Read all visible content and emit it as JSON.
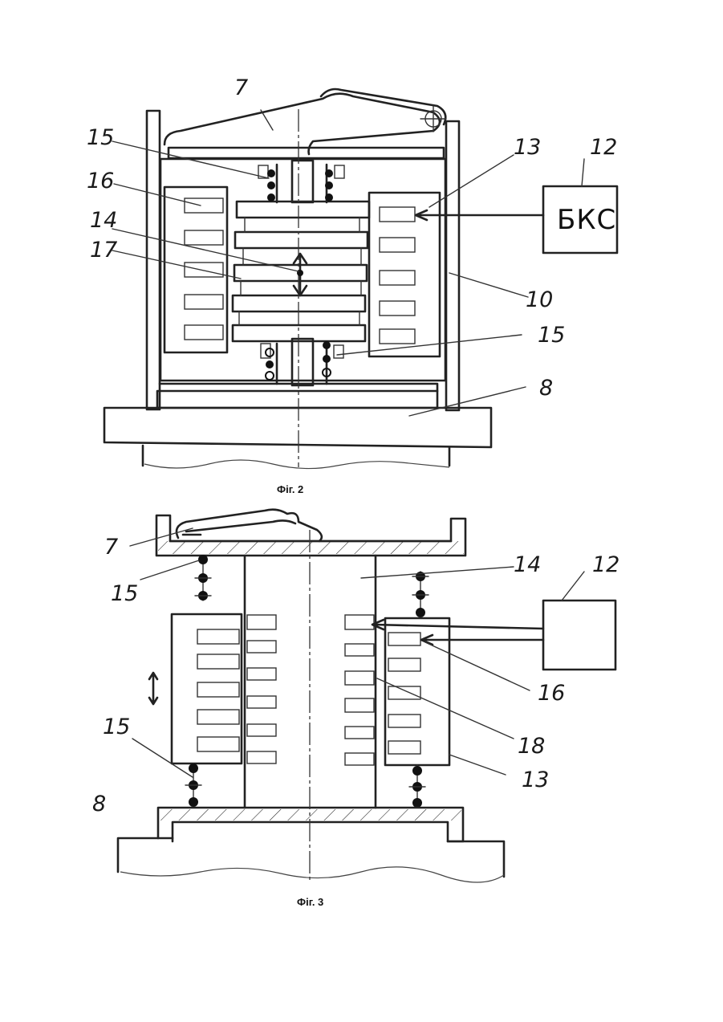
{
  "figures": [
    {
      "caption": "Фіг. 2",
      "labels": {
        "l7": "7",
        "l15a": "15",
        "l16": "16",
        "l14": "14",
        "l17": "17",
        "l13": "13",
        "l12": "12",
        "l10": "10",
        "l15b": "15",
        "l8": "8"
      },
      "block": "БКС"
    },
    {
      "caption": "Фіг. 3",
      "labels": {
        "l7": "7",
        "l15a": "15",
        "l14": "14",
        "l12": "12",
        "l16": "16",
        "l18": "18",
        "l13": "13",
        "l15b": "15",
        "l8": "8"
      }
    }
  ]
}
